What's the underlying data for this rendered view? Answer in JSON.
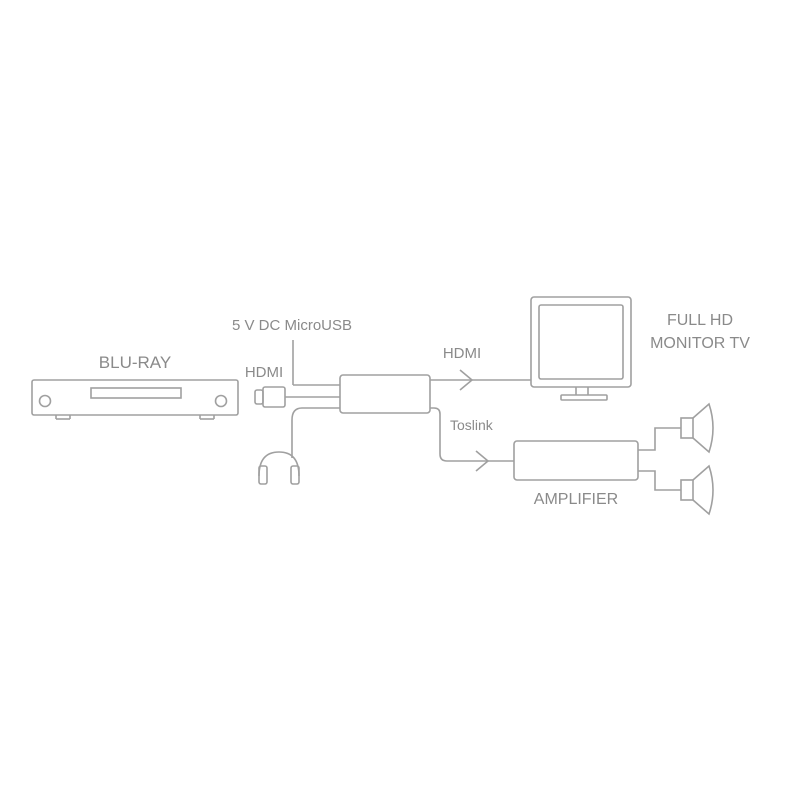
{
  "labels": {
    "bluray": "BLU-RAY",
    "hdmi_in": "HDMI",
    "power": "5 V DC MicroUSB",
    "hdmi_out": "HDMI",
    "tv_line1": "FULL HD",
    "tv_line2": "MONITOR TV",
    "toslink": "Toslink",
    "amplifier": "AMPLIFIER"
  },
  "colors": {
    "line": "#a0a0a0",
    "text": "#8a8a8a",
    "background": "#ffffff"
  },
  "icons": [
    "blu-ray-player-icon",
    "hdmi-plug-icon",
    "headphones-icon",
    "converter-box-icon",
    "monitor-tv-icon",
    "amplifier-icon",
    "speaker-icon"
  ]
}
